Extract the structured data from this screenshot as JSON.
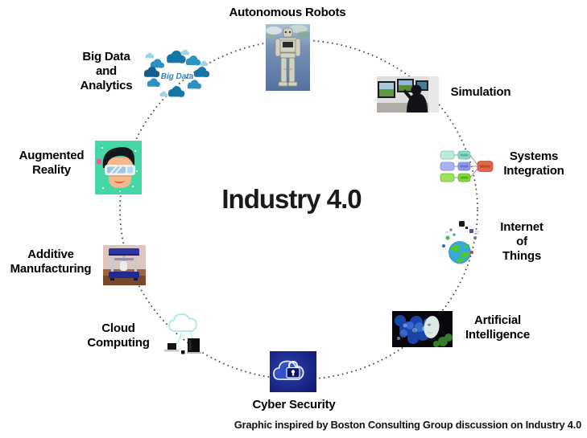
{
  "title": "Industry 4.0",
  "caption": "Graphic inspired by Boston Consulting Group discussion on Industry 4.0",
  "circle": {
    "style": "dotted",
    "color": "#3c3c3c"
  },
  "background_color": "#ffffff",
  "label_color": "#000000",
  "items": {
    "autonomous_robots": {
      "label": "Autonomous Robots",
      "image": "humanoid-robot-photo"
    },
    "simulation": {
      "label": "Simulation",
      "image": "flight-simulator-cockpit-photo"
    },
    "systems_integration": {
      "label": "Systems\nIntegration",
      "image": "flowchart-connected-boxes-diagram"
    },
    "internet_of_things": {
      "label": "Internet\nof\nThings",
      "image": "globe-with-device-icons"
    },
    "artificial_intelligence": {
      "label": "Artificial\nIntelligence",
      "image": "digital-face-in-blue-particles-photo"
    },
    "cyber_security": {
      "label": "Cyber Security",
      "image": "cloud-with-padlock-icon"
    },
    "cloud_computing": {
      "label": "Cloud\nComputing",
      "image": "cloud-connected-to-computers-icon"
    },
    "additive_manufacturing": {
      "label": "Additive\nManufacturing",
      "image": "3d-printer-photo"
    },
    "augmented_reality": {
      "label": "Augmented\nReality",
      "image": "man-wearing-ar-visor-illustration"
    },
    "big_data": {
      "label": "Big Data\nand\nAnalytics",
      "image": "cluster-of-clouds-illustration",
      "inner_text": "Big Data"
    }
  }
}
